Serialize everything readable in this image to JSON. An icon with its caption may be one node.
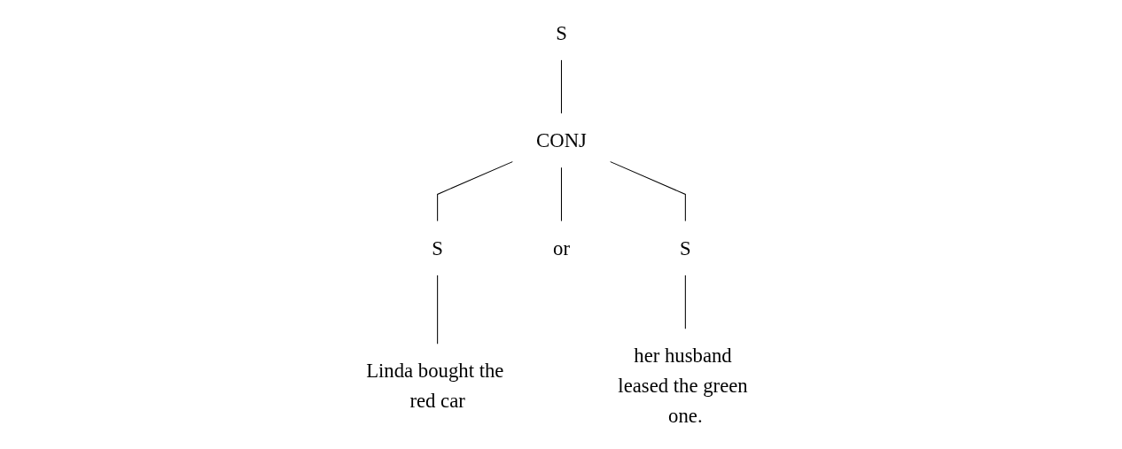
{
  "diagram": {
    "nodes": [
      {
        "text": [
          "S"
        ]
      },
      {
        "text": [
          "CONJ"
        ]
      },
      {
        "text": [
          "S"
        ]
      },
      {
        "text": [
          "or"
        ]
      },
      {
        "text": [
          "S"
        ]
      },
      {
        "text": [
          "Linda bought the red car"
        ]
      },
      {
        "text": [
          "her husband leased the green one."
        ]
      }
    ],
    "edges": [
      {
        "from": 0,
        "to": 1,
        "arrow": "none"
      },
      {
        "from": 1,
        "to": 2,
        "arrow": "none"
      },
      {
        "from": 1,
        "to": 3,
        "arrow": "none"
      },
      {
        "from": 1,
        "to": 4,
        "arrow": "none"
      },
      {
        "from": 2,
        "to": 5,
        "arrow": "none"
      },
      {
        "from": 4,
        "to": 6,
        "arrow": "none"
      }
    ]
  }
}
